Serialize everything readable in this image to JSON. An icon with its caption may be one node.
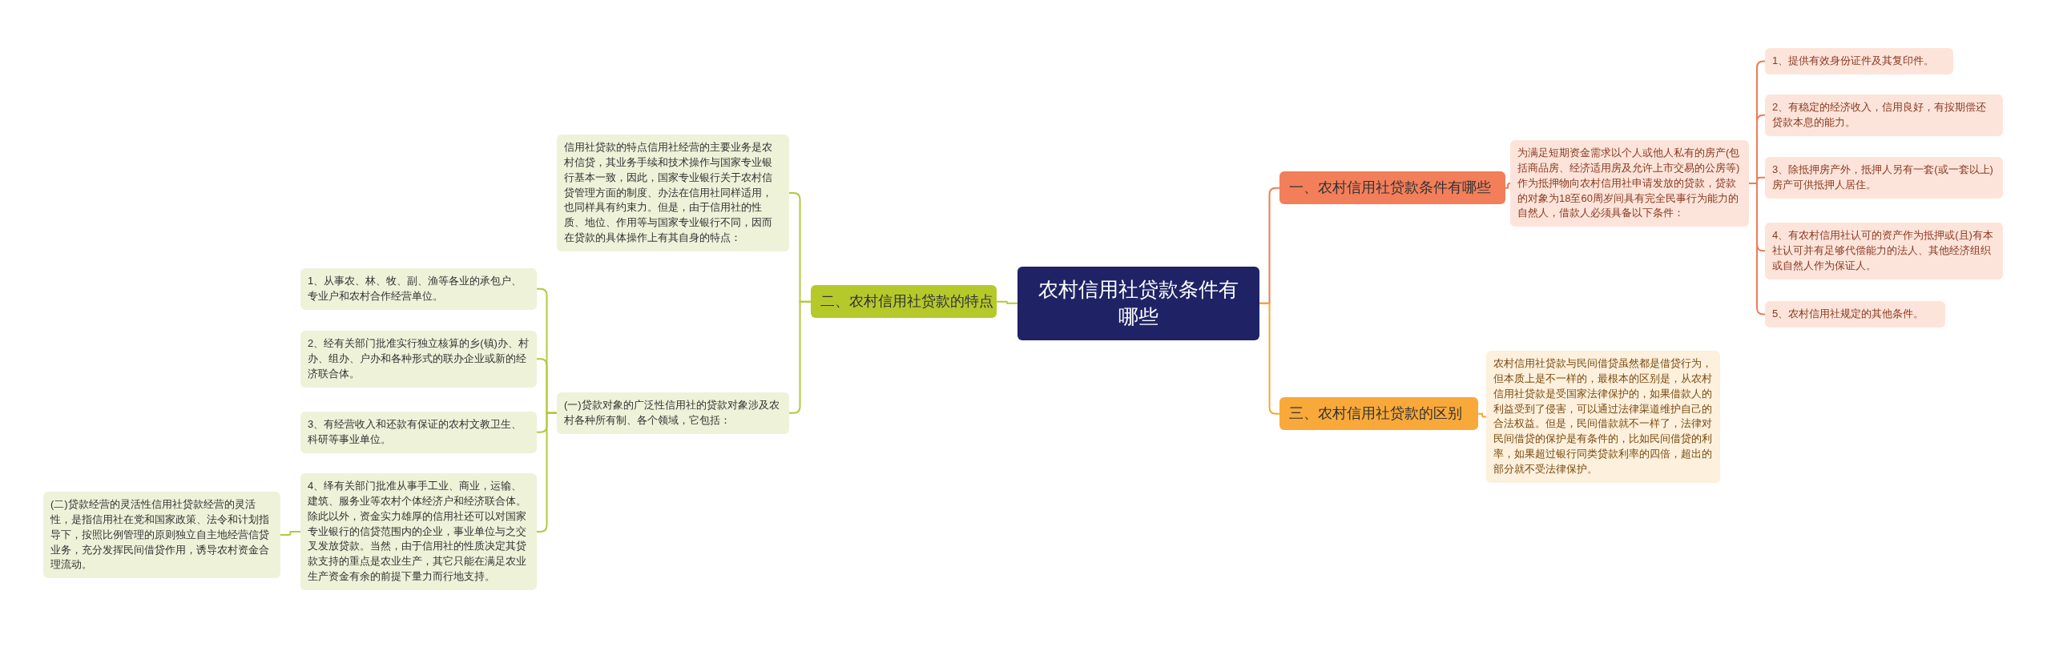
{
  "diagram": {
    "nodes": [
      {
        "text": [
          "农村信用社贷款条件有哪些"
        ]
      },
      {
        "text": [
          "一、农村信用社贷款条件有哪些"
        ]
      },
      {
        "text": [
          "为满足短期资金需求以个人或他人私有的房产(包括商品房、经济适用房及允许上市交易的公房等)作为抵押物向农村信用社申请发放的贷款，贷款的对象为18至60周岁间具有完全民事行为能力的自然人，借款人必须具备以下条件："
        ]
      },
      {
        "text": [
          "1、提供有效身份证件及其复印件。"
        ]
      },
      {
        "text": [
          "2、有稳定的经济收入，信用良好，有按期偿还贷款本息的能力。"
        ]
      },
      {
        "text": [
          "3、除抵押房产外，抵押人另有一套(或一套以上)房产可供抵押人居住。"
        ]
      },
      {
        "text": [
          "4、有农村信用社认可的资产作为抵押或(且)有本社认可并有足够代偿能力的法人、其他经济组织或自然人作为保证人。"
        ]
      },
      {
        "text": [
          "5、农村信用社规定的其他条件。"
        ]
      },
      {
        "text": [
          "三、农村信用社贷款的区别"
        ]
      },
      {
        "text": [
          "农村信用社贷款与民间借贷虽然都是借贷行为，但本质上是不一样的，最根本的区别是，从农村信用社贷款是受国家法律保护的，如果借款人的利益受到了侵害，可以通过法律渠道维护自己的合法权益。但是，民间借款就不一样了，法律对民间借贷的保护是有条件的，比如民间借贷的利率，如果超过银行同类贷款利率的四倍，超出的部分就不受法律保护。"
        ]
      },
      {
        "text": [
          "二、农村信用社贷款的特点"
        ]
      },
      {
        "text": [
          "信用社贷款的特点信用社经营的主要业务是农村信贷，其业务手续和技术操作与国家专业银行基本一致，因此，国家专业银行关于农村信贷管理方面的制度、办法在信用社同样适用，也同样具有约束力。但是，由于信用社的性质、地位、作用等与国家专业银行不同，因而在贷款的具体操作上有其自身的特点："
        ]
      },
      {
        "text": [
          "(一)贷款对象的广泛性信用社的贷款对象涉及农村各种所有制、各个领域，它包括："
        ]
      },
      {
        "text": [
          "1、从事农、林、牧、副、渔等各业的承包户、专业户和农村合作经营单位。"
        ]
      },
      {
        "text": [
          "2、经有关部门批准实行独立核算的乡(镇)办、村办、组办、户办和各种形式的联办企业或新的经济联合体。"
        ]
      },
      {
        "text": [
          "3、有经营收入和还款有保证的农村文教卫生、科研等事业单位。"
        ]
      },
      {
        "text": [
          "4、绎有关部门批准从事手工业、商业，运输、建筑、服务业等农村个体经济户和经济联合体。除此以外，资金实力雄厚的信用社还可以对国家专业银行的信贷范围内的企业，事业单位与之交叉发放贷款。当然，由于信用社的性质决定其贷款支持的重点是农业生产，其它只能在满足农业生产资金有余的前提下量力而行地支持。"
        ]
      },
      {
        "text": [
          "(二)贷款经营的灵活性信用社贷款经营的灵活性，是指信用社在党和国家政策、法令和计划指导下，按照比例管理的原则独立自主地经营信贷业务，充分发挥民间借贷作用，诱导农村资金合理流动。"
        ]
      }
    ],
    "edges": [
      {
        "from": 0,
        "to": 1,
        "arrow": "none",
        "color": "#ef7b55"
      },
      {
        "from": 1,
        "to": 2,
        "arrow": "none",
        "color": "#ef7b55"
      },
      {
        "from": 2,
        "to": 3,
        "arrow": "none",
        "color": "#ef7b55"
      },
      {
        "from": 2,
        "to": 4,
        "arrow": "none",
        "color": "#ef7b55"
      },
      {
        "from": 2,
        "to": 5,
        "arrow": "none",
        "color": "#ef7b55"
      },
      {
        "from": 2,
        "to": 6,
        "arrow": "none",
        "color": "#ef7b55"
      },
      {
        "from": 2,
        "to": 7,
        "arrow": "none",
        "color": "#ef7b55"
      },
      {
        "from": 0,
        "to": 8,
        "arrow": "none",
        "color": "#f5a833"
      },
      {
        "from": 8,
        "to": 9,
        "arrow": "none",
        "color": "#f5a833"
      },
      {
        "from": 0,
        "to": 10,
        "arrow": "none"
      },
      {
        "from": 10,
        "to": 11,
        "arrow": "none"
      },
      {
        "from": 10,
        "to": 12,
        "arrow": "none"
      },
      {
        "from": 12,
        "to": 13,
        "arrow": "none"
      },
      {
        "from": 12,
        "to": 14,
        "arrow": "none"
      },
      {
        "from": 12,
        "to": 15,
        "arrow": "none"
      },
      {
        "from": 12,
        "to": 16,
        "arrow": "none"
      },
      {
        "from": 16,
        "to": 17,
        "arrow": "none"
      }
    ]
  }
}
